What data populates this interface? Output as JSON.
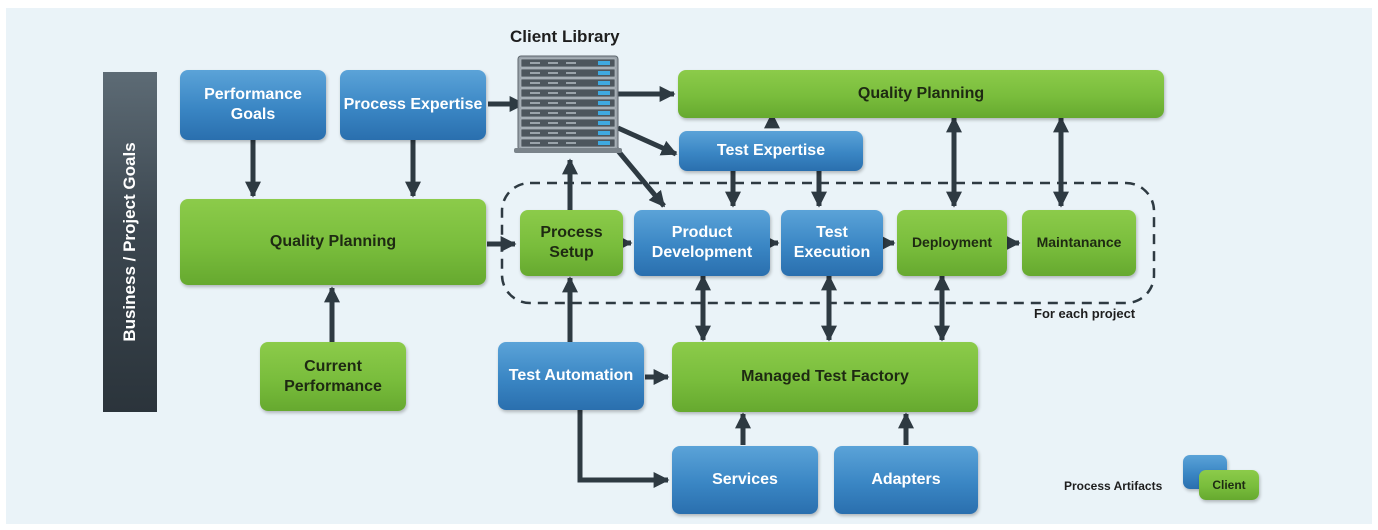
{
  "side_label": "Business / Project Goals",
  "client_library_label": "Client Library",
  "for_each_project_label": "For each project",
  "nodes": {
    "performance_goals": "Performance Goals",
    "process_expertise": "Process Expertise",
    "quality_planning_top": "Quality Planning",
    "test_expertise": "Test Expertise",
    "quality_planning_left": "Quality Planning",
    "process_setup": "Process Setup",
    "product_development": "Product Development",
    "test_execution": "Test Execution",
    "deployment": "Deployment",
    "maintanance": "Maintanance",
    "current_performance": "Current Performance",
    "test_automation": "Test Automation",
    "managed_test_factory": "Managed Test Factory",
    "services": "Services",
    "adapters": "Adapters"
  },
  "legend": {
    "label": "Process Artifacts",
    "client_label": "Client"
  },
  "colors": {
    "process_artifact_blue": "#3a86c4",
    "client_green": "#79bd3c",
    "arrow": "#2e3a42",
    "side_bar": "#3c4750"
  }
}
